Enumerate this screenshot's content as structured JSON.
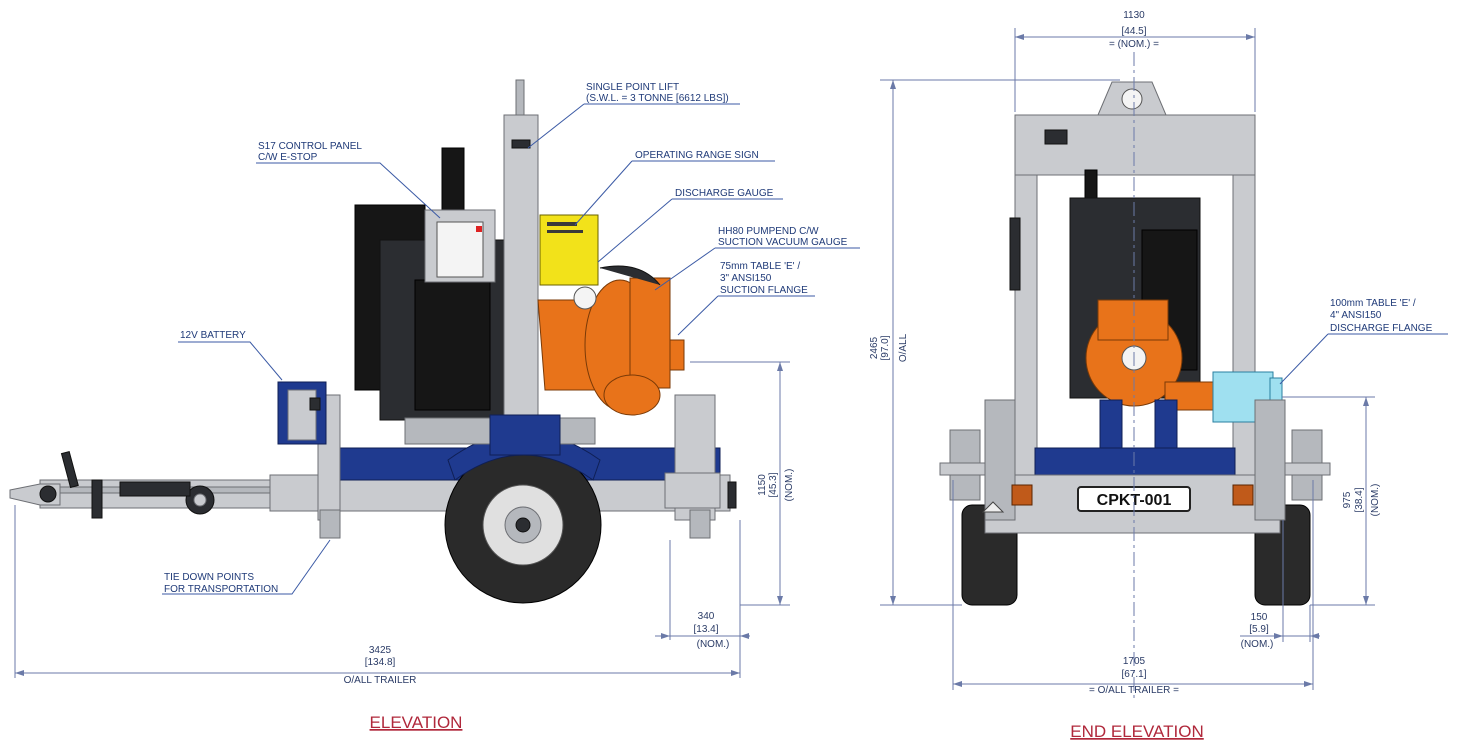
{
  "views": {
    "elevation_title": "ELEVATION",
    "end_elevation_title": "END ELEVATION"
  },
  "callouts": {
    "control_panel": [
      "S17 CONTROL PANEL",
      "C/W E-STOP"
    ],
    "single_point_lift": [
      "SINGLE POINT LIFT",
      "(S.W.L. = 3 TONNE [6612 LBS])"
    ],
    "operating_range_sign": [
      "OPERATING RANGE SIGN"
    ],
    "discharge_gauge": [
      "DISCHARGE GAUGE"
    ],
    "pumpend": [
      "HH80 PUMPEND C/W",
      "SUCTION VACUUM GAUGE"
    ],
    "suction_flange": [
      "75mm TABLE 'E' /",
      "3\" ANSI150",
      "SUCTION FLANGE"
    ],
    "battery": [
      "12V BATTERY"
    ],
    "tie_down": [
      "TIE DOWN POINTS",
      "FOR TRANSPORTATION"
    ],
    "discharge_flange": [
      "100mm TABLE 'E' /",
      "4\" ANSI150",
      "DISCHARGE FLANGE"
    ]
  },
  "dimensions": {
    "overall_length": [
      "3425",
      "[134.8]",
      "O/ALL TRAILER"
    ],
    "side_height": [
      "1150",
      "[45.3]",
      "(NOM.)"
    ],
    "side_offset": [
      "340",
      "[13.4]",
      "(NOM.)"
    ],
    "top_width": [
      "1130",
      "[44.5]",
      "=     (NOM.)     ="
    ],
    "overall_height": [
      "2465",
      "[97.0]",
      "O/ALL"
    ],
    "end_height": [
      "975",
      "[38.4]",
      "(NOM.)"
    ],
    "end_offset": [
      "150",
      "[5.9]",
      "(NOM.)"
    ],
    "overall_width": [
      "1705",
      "[67.1]",
      "=    O/ALL TRAILER    ="
    ]
  },
  "plate": {
    "registration": "CPKT-001"
  },
  "colors": {
    "frame": "#c9cbcf",
    "chassis": "#1f3a8f",
    "pump": "#e8731a",
    "sign": "#f2e21a",
    "flange": "#9fe0f0",
    "title": "#b0283b",
    "leader": "#3b5aa5"
  }
}
